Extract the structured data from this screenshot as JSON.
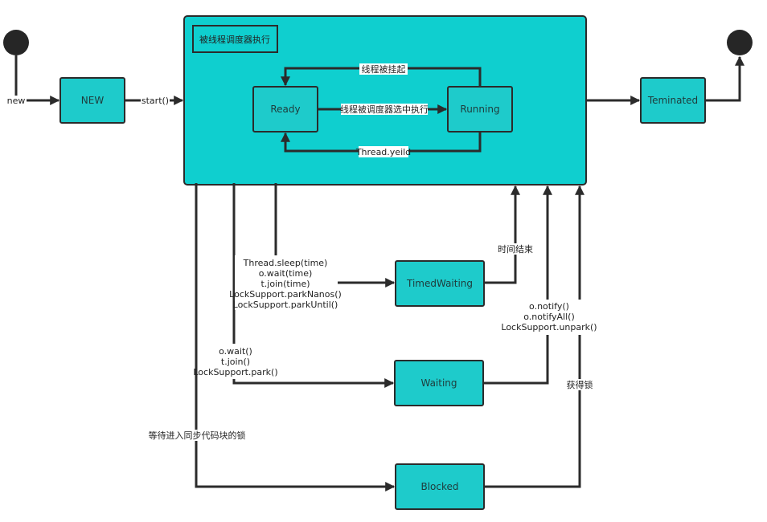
{
  "colors": {
    "node_fill": "#1ecbcb",
    "container_fill": "#0fcfcf",
    "stroke": "#2b2b2b",
    "terminal_fill": "#262626"
  },
  "container": {
    "title": "被线程调度器执行"
  },
  "nodes": {
    "new": "NEW",
    "ready": "Ready",
    "running": "Running",
    "terminated": "Teminated",
    "timed_waiting": "TimedWaiting",
    "waiting": "Waiting",
    "blocked": "Blocked"
  },
  "edges": {
    "new": "new",
    "start": "start()",
    "suspended": "线程被挂起",
    "selected": "线程被调度器选中执行",
    "yield": "Thread.yeild",
    "time_up": "时间结束",
    "wait_sync": "等待进入同步代码块的锁",
    "get_lock": "获得锁",
    "timed_methods": [
      "Thread.sleep(time)",
      "o.wait(time)",
      "t.join(time)",
      "LockSupport.parkNanos()",
      "LockSupport.parkUntil()"
    ],
    "wait_methods": [
      "o.wait()",
      "t.join()",
      "LockSupport.park()"
    ],
    "notify_methods": [
      "o.notify()",
      "o.notifyAll()",
      "LockSupport.unpark()"
    ]
  }
}
